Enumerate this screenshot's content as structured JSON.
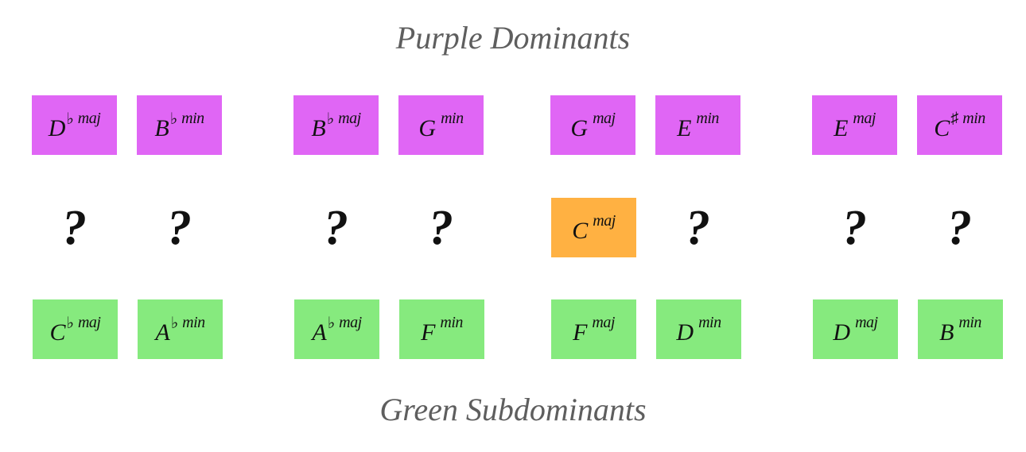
{
  "titles": {
    "top": "Purple Dominants",
    "bottom": "Green Subdominants"
  },
  "colors": {
    "purple": "#e066f5",
    "green": "#86ea7e",
    "orange": "#ffb142"
  },
  "columns": [
    {
      "dominant": {
        "root": "D",
        "accidental": "♭",
        "quality": "maj"
      },
      "middle": "?",
      "subdominant": {
        "root": "C",
        "accidental": "♭",
        "quality": "maj"
      }
    },
    {
      "dominant": {
        "root": "B",
        "accidental": "♭",
        "quality": "min"
      },
      "middle": "?",
      "subdominant": {
        "root": "A",
        "accidental": "♭",
        "quality": "min"
      }
    },
    {
      "dominant": {
        "root": "B",
        "accidental": "♭",
        "quality": "maj"
      },
      "middle": "?",
      "subdominant": {
        "root": "A",
        "accidental": "♭",
        "quality": "maj"
      }
    },
    {
      "dominant": {
        "root": "G",
        "accidental": "",
        "quality": "min"
      },
      "middle": "?",
      "subdominant": {
        "root": "F",
        "accidental": "",
        "quality": "min"
      }
    },
    {
      "dominant": {
        "root": "G",
        "accidental": "",
        "quality": "maj"
      },
      "middle": {
        "root": "C",
        "accidental": "",
        "quality": "maj"
      },
      "subdominant": {
        "root": "F",
        "accidental": "",
        "quality": "maj"
      }
    },
    {
      "dominant": {
        "root": "E",
        "accidental": "",
        "quality": "min"
      },
      "middle": "?",
      "subdominant": {
        "root": "D",
        "accidental": "",
        "quality": "min"
      }
    },
    {
      "dominant": {
        "root": "E",
        "accidental": "",
        "quality": "maj"
      },
      "middle": "?",
      "subdominant": {
        "root": "D",
        "accidental": "",
        "quality": "maj"
      }
    },
    {
      "dominant": {
        "root": "C",
        "accidental": "♯",
        "quality": "min"
      },
      "middle": "?",
      "subdominant": {
        "root": "B",
        "accidental": "",
        "quality": "min"
      }
    }
  ]
}
